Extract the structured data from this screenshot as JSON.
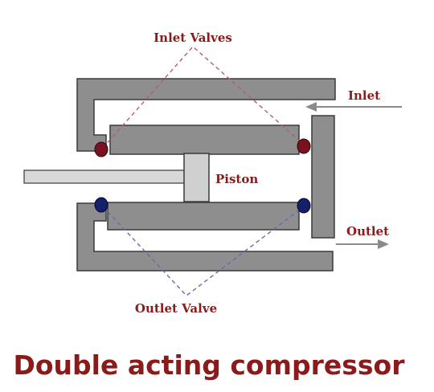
{
  "labels": {
    "inlet_valves": "Inlet Valves",
    "inlet": "Inlet",
    "piston": "Piston",
    "outlet": "Outlet",
    "outlet_valve": "Outlet Valve"
  },
  "title": "Double acting compressor",
  "colors": {
    "metal": "#8e8e8e",
    "metal_edge": "#3a3a3a",
    "text": "#8b1a1a",
    "inlet_valve": "#7a1020",
    "outlet_valve": "#15206a",
    "inlet_dash": "#b06070",
    "outlet_dash": "#6a6aa8",
    "arrow": "#8a8a8a"
  }
}
